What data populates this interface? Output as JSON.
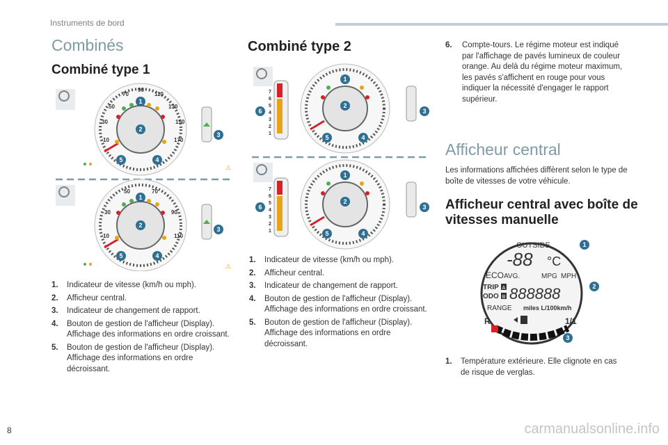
{
  "header": {
    "title": "Instruments de bord"
  },
  "left": {
    "section_title": "Combinés",
    "sub_title": "Combiné type 1",
    "gauge1": {
      "ticks": [
        "10",
        "30",
        "50",
        "70",
        "90",
        "110",
        "130",
        "150",
        "170"
      ]
    },
    "gauge2": {
      "ticks": [
        "10",
        "30",
        "50",
        "70",
        "90",
        "110"
      ]
    },
    "items": [
      {
        "num": "1.",
        "text": "Indicateur de vitesse (km/h ou mph)."
      },
      {
        "num": "2.",
        "text": "Afficheur central."
      },
      {
        "num": "3.",
        "text": "Indicateur de changement de rapport."
      },
      {
        "num": "4.",
        "text": "Bouton de gestion de l'afficheur (Display). Affichage des informations en ordre croissant."
      },
      {
        "num": "5.",
        "text": "Bouton de gestion de l'afficheur (Display). Affichage des informations en ordre décroissant."
      }
    ]
  },
  "middle": {
    "sub_title": "Combiné type 2",
    "gear_scale": [
      "7",
      "6",
      "5",
      "4",
      "3",
      "2",
      "1"
    ],
    "items": [
      {
        "num": "1.",
        "text": "Indicateur de vitesse (km/h ou mph)."
      },
      {
        "num": "2.",
        "text": "Afficheur central."
      },
      {
        "num": "3.",
        "text": "Indicateur de changement de rapport."
      },
      {
        "num": "4.",
        "text": "Bouton de gestion de l'afficheur (Display). Affichage des informations en ordre croissant."
      },
      {
        "num": "5.",
        "text": "Bouton de gestion de l'afficheur (Display). Affichage des informations en ordre décroissant."
      }
    ]
  },
  "right": {
    "item6": {
      "num": "6.",
      "text": "Compte-tours. Le régime moteur est indiqué par l'affichage de pavés lumineux de couleur orange. Au delà du régime moteur maximum, les pavés s'affichent en rouge pour vous indiquer la nécessité d'engager le rapport supérieur."
    },
    "section_title": "Afficheur central",
    "intro": "Les informations affichées diffèrent selon le type de boîte de vitesses de votre véhicule.",
    "sub_title": "Afficheur central avec boîte de vitesses manuelle",
    "display": {
      "outside": "OUTSIDE",
      "temp": "-88",
      "unit_c": "°C",
      "eco": "ECO",
      "avg": "AVG.",
      "mpg": "MPG",
      "mph": "MPH",
      "trip": "TRIP",
      "trip_a": "A",
      "odo": "ODO",
      "odo_b": "B",
      "digits": "888888",
      "range": "RANGE",
      "units": "miles L/100km/h",
      "gear_r": "R",
      "fraction": "1/1"
    },
    "items": [
      {
        "num": "1.",
        "text": "Température extérieure. Elle clignote en cas de risque de verglas."
      }
    ]
  },
  "footer": {
    "page": "8",
    "watermark": "carmanualsonline.info"
  },
  "badges": [
    "1",
    "2",
    "3",
    "4",
    "5",
    "6"
  ],
  "colors": {
    "accent": "#7d9aa6",
    "badge": "#2f6f93",
    "needle": "#d8202a",
    "warn": "#e8a317",
    "ok": "#4caf50"
  }
}
